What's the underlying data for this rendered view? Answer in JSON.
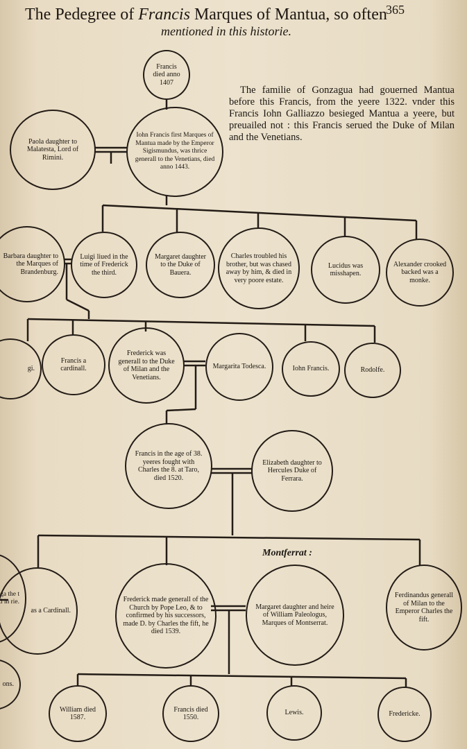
{
  "page_number": "365",
  "title": {
    "line1_a": "The Pedegree of ",
    "line1_name": "Francis",
    "line1_b": " Marques of Mantua, so often",
    "line2": "mentioned in this historie."
  },
  "intro_text": "The familie of Gonzagua had gouerned Mantua before this Francis, from the yeere 1322. vnder this Francis Iohn Galliazzo besieged Mantua a yeere, but preuailed not : this Francis serued the Duke of Milan and the Venetians.",
  "montferrat_label": "Montferrat :",
  "nodes": {
    "francis_1407": "Francis died anno 1407",
    "paola": "Paola daughter to Malatesta, Lord of Rimini.",
    "john_francis": "Iohn Francis first Marques of Mantua made by the Emperor Sigismundus, was thrice generall to the Venetians, died anno 1443.",
    "barbara": "Barbara daughter to the Marques of Brandenburg.",
    "luigi": "Luigi liued in the time of Frederick the third.",
    "margaret_bauera": "Margaret daughter to the Duke of Bauera.",
    "charles": "Charles troubled his brother, but was chased away by him, & died in very poore estate.",
    "lucidus": "Lucidus was misshapen.",
    "alexander": "Alexander crooked backed was a monke.",
    "luigi_frag": "gi.",
    "francis_cardinall": "Francis a cardinall.",
    "frederick_general": "Frederick was generall to the Duke of Milan and the Venetians.",
    "margarita": "Margarita Todesca.",
    "iohn_francis_2": "Iohn Francis.",
    "rodolfe": "Rodolfe.",
    "francis_38": "Francis in the age of 38. yeeres fought with Charles the 8. at Taro, died 1520.",
    "elizabeth": "Elizabeth daughter to Hercules Duke of Ferrara.",
    "left_frag_1": "rried ga the t Mantued in rie.",
    "left_frag_2": "ons.",
    "cardinall_frag": "as a Cardinall.",
    "frederick_church": "Frederick made generall of the Church by Pope Leo, & to confirmed by his successors, made D. by Charles the fift, he died 1539.",
    "margaret_paleologus": "Margaret daughter and heire of William Paleologus, Marques of Montserrat.",
    "ferdinandus": "Ferdinandus generall of Milan to the Emperor Charles the fift.",
    "william": "William died 1587.",
    "francis_1550": "Francis died 1550.",
    "lewis": "Lewis.",
    "fredericke": "Fredericke."
  }
}
